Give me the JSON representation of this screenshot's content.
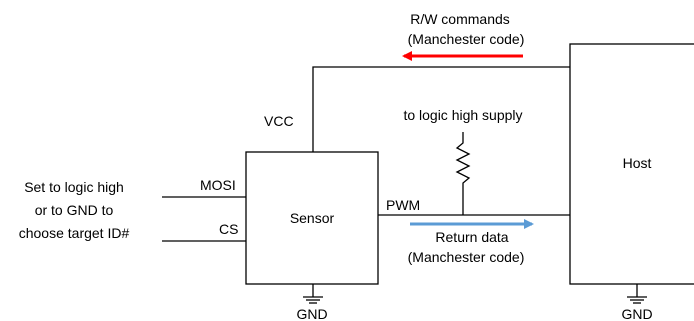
{
  "diagram": {
    "commands_line1": "R/W commands",
    "commands_line2": "(Manchester code)",
    "vcc_label": "VCC",
    "pullup_label": "to logic high supply",
    "host_label": "Host",
    "sensor_label": "Sensor",
    "mosi_label": "MOSI",
    "cs_label": "CS",
    "pwm_label": "PWM",
    "return_line1": "Return data",
    "return_line2": "(Manchester code)",
    "id_note_line1": "Set to logic high",
    "id_note_line2": "or to GND to",
    "id_note_line3": "choose target ID#",
    "sensor_gnd_label": "GND",
    "host_gnd_label": "GND",
    "colors": {
      "commands_arrow": "#ff0000",
      "return_arrow": "#5b9bd5"
    }
  }
}
